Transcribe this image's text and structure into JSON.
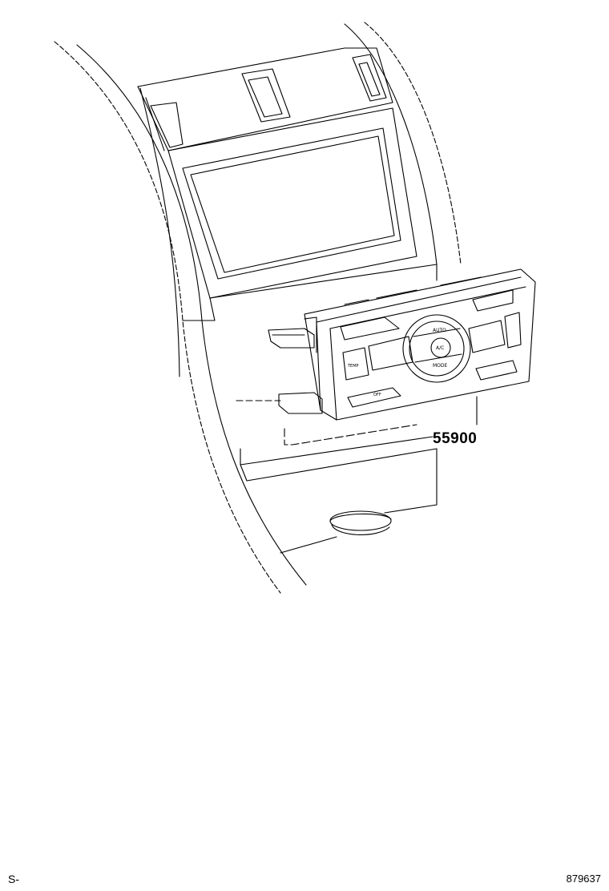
{
  "diagram": {
    "part_number": "55900",
    "footer_left": "S-",
    "footer_right": "879637"
  },
  "panel": {
    "auto_label": "AUTO",
    "mode_label": "MODE",
    "ac_label": "A/C",
    "temp_label": "TEMP",
    "off_label": "OFF"
  },
  "colors": {
    "line": "#000000",
    "background": "#ffffff"
  }
}
